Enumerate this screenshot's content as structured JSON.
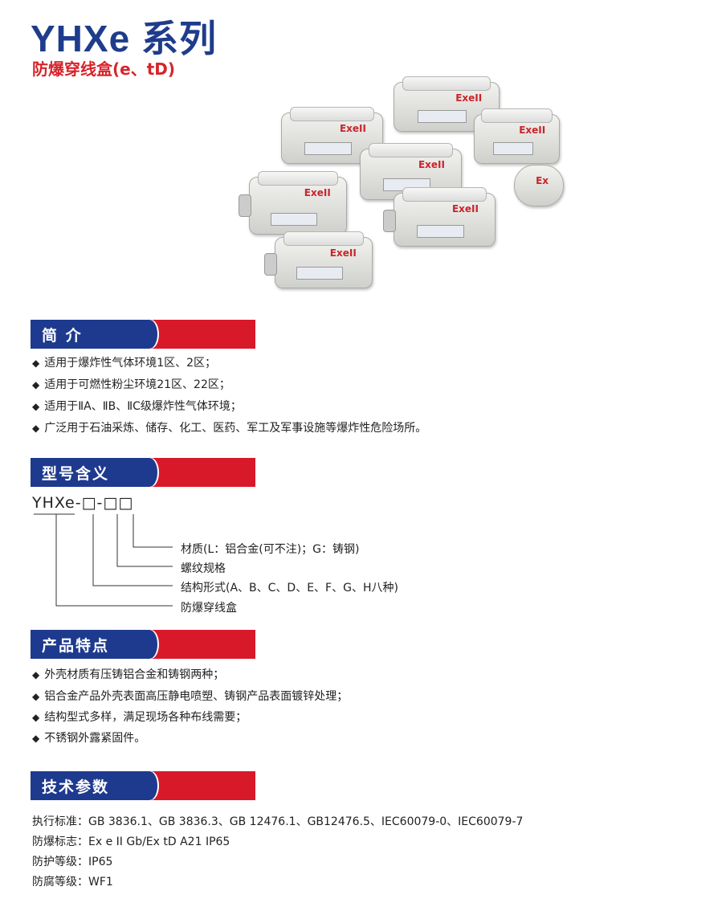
{
  "header": {
    "title": "YHXe 系列",
    "subtitle": "防爆穿线盒(e、tD)"
  },
  "product_image": {
    "labels": [
      "ExeII",
      "ExeII",
      "ExeII",
      "ExeII",
      "ExeII",
      "Ex",
      "ExeII",
      "ExeII"
    ]
  },
  "sections": [
    {
      "title": "简 介",
      "items": [
        "适用于爆炸性气体环境1区、2区；",
        "适用于可燃性粉尘环境21区、22区；",
        "适用于ⅡA、ⅡB、ⅡC级爆炸性气体环境；",
        "广泛用于石油采炼、储存、化工、医药、军工及军事设施等爆炸性危险场所。"
      ]
    },
    {
      "title": "型号含义",
      "model": "YHXe-□-□□",
      "legend": [
        "材质(L：铝合金(可不注)；G：铸钢)",
        "螺纹规格",
        "结构形式(A、B、C、D、E、F、G、H八种)",
        "防爆穿线盒"
      ]
    },
    {
      "title": "产品特点",
      "items": [
        "外壳材质有压铸铝合金和铸钢两种；",
        "铝合金产品外壳表面高压静电喷塑、铸钢产品表面镀锌处理；",
        "结构型式多样，满足现场各种布线需要；",
        "不锈钢外露紧固件。"
      ]
    },
    {
      "title": "技术参数",
      "params": [
        {
          "label": "执行标准：",
          "value": "GB 3836.1、GB 3836.3、GB 12476.1、GB12476.5、IEC60079-0、IEC60079-7"
        },
        {
          "label": "防爆标志：",
          "value": "Ex e II Gb/Ex tD A21 IP65"
        },
        {
          "label": "防护等级：",
          "value": "IP65"
        },
        {
          "label": "防腐等级：",
          "value": "WF1"
        }
      ]
    }
  ],
  "bullet": "◆",
  "colors": {
    "blue": "#1e3a8e",
    "red": "#d8192a"
  }
}
